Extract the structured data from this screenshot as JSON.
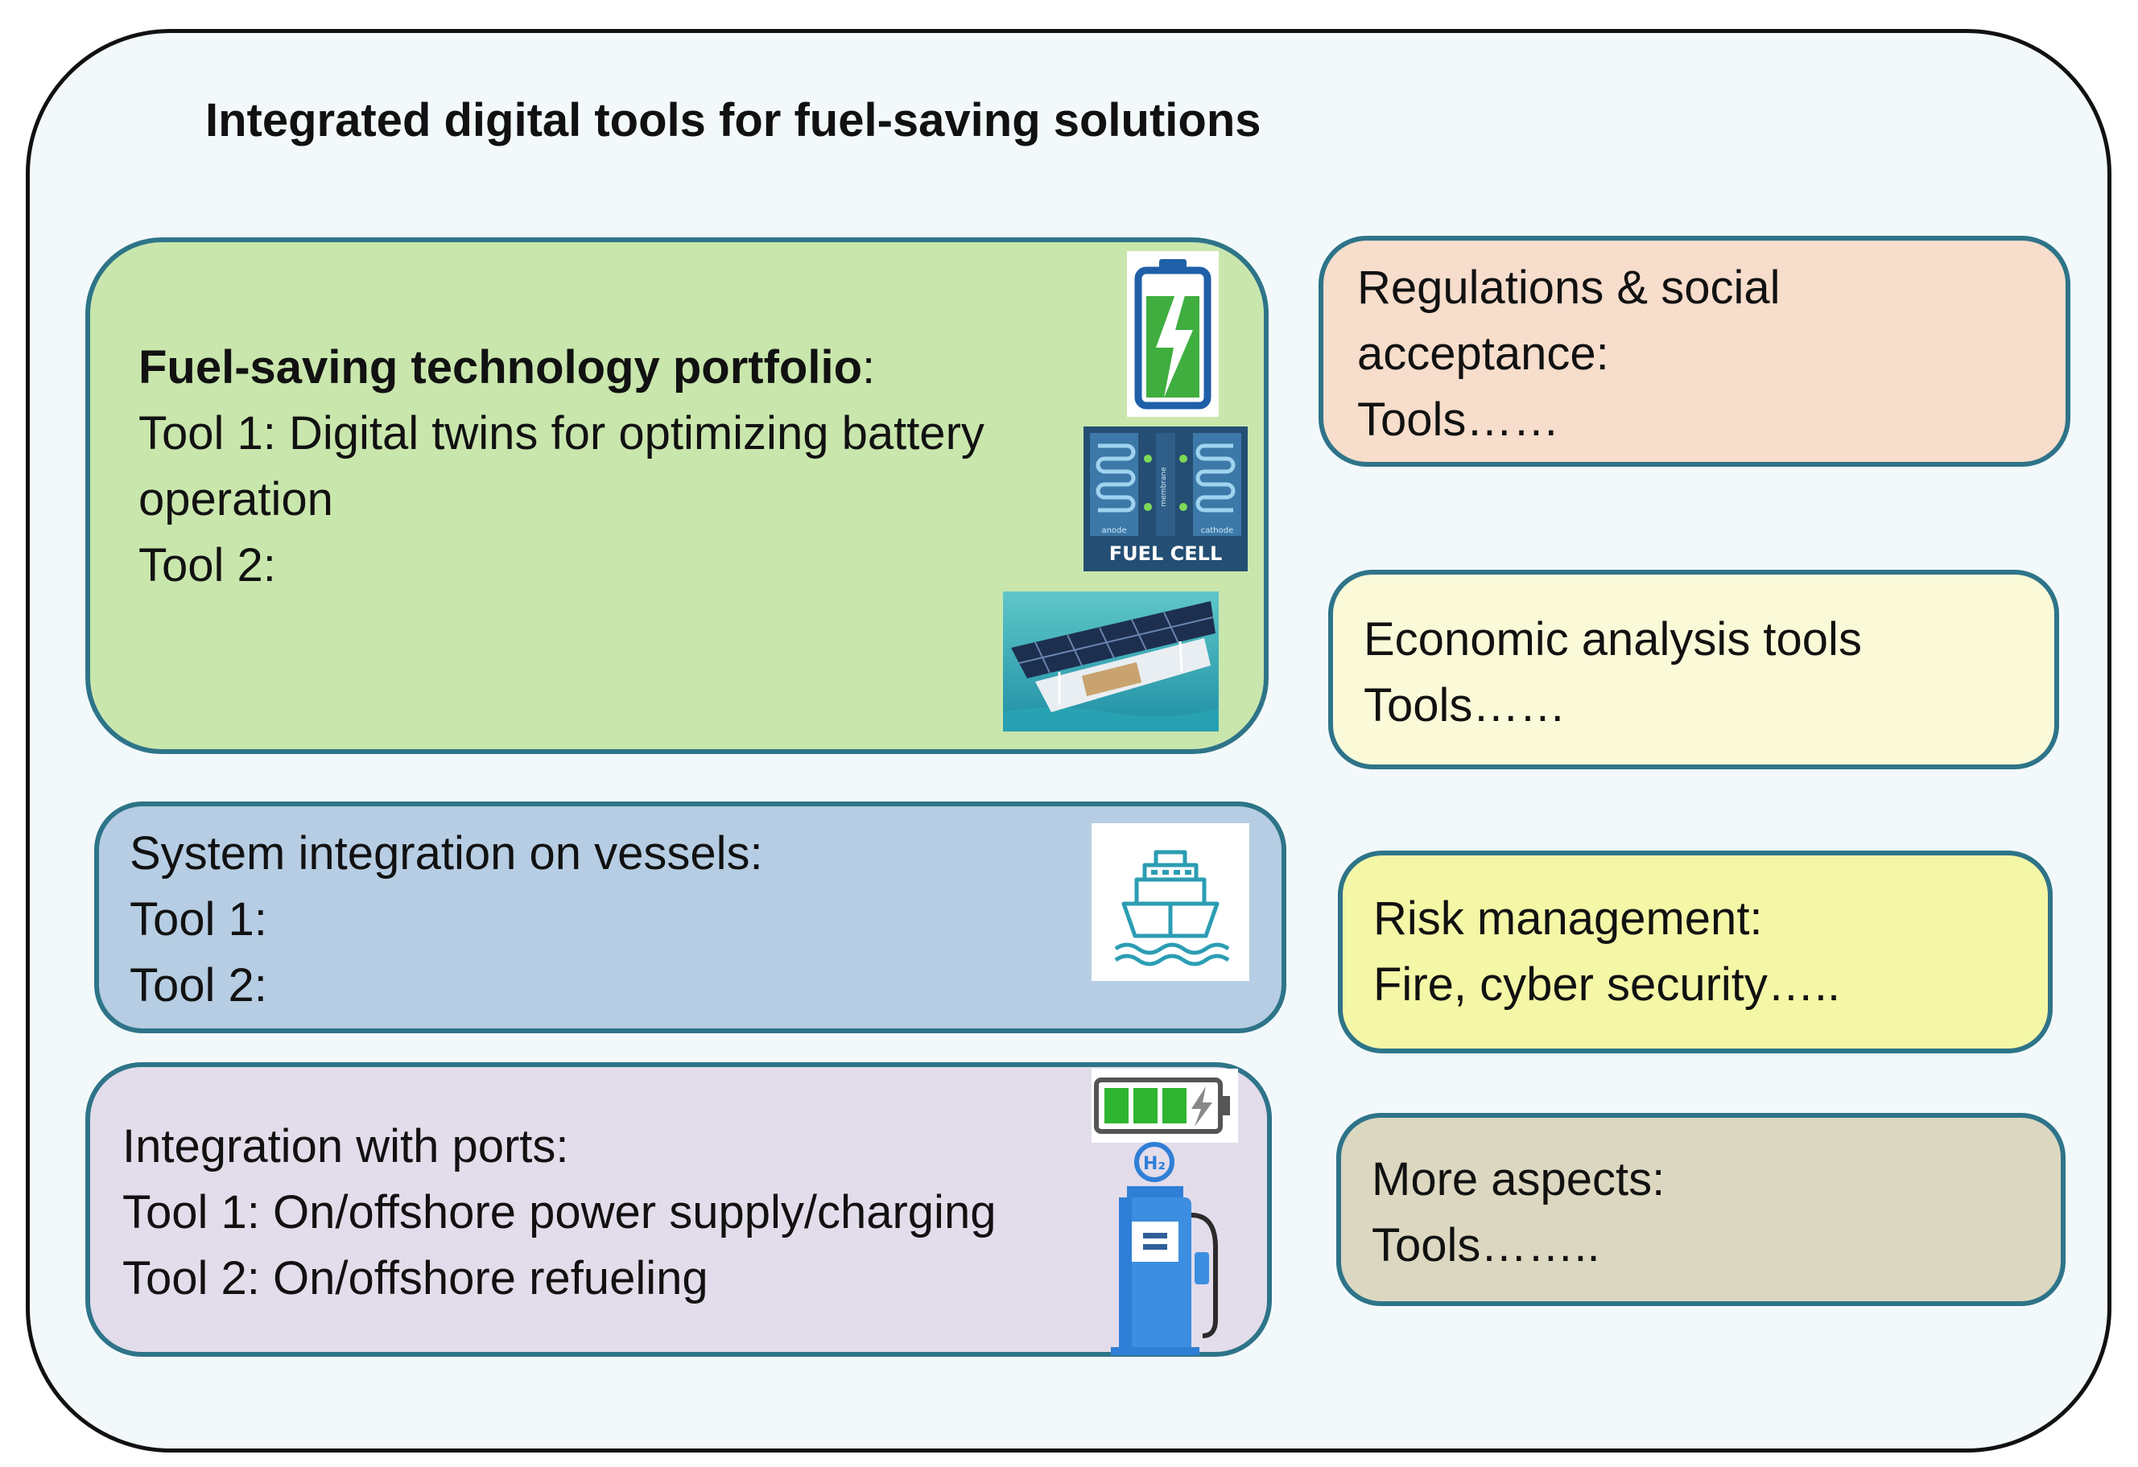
{
  "title": "Integrated digital tools for fuel-saving solutions",
  "portfolio": {
    "heading": "Fuel-saving technology portfolio",
    "heading_suffix": ":",
    "line1": "Tool 1: Digital twins for optimizing battery",
    "line2": "operation",
    "line3": "Tool 2:",
    "fuel_cell_label": "FUEL CELL",
    "fuel_cell_anode": "anode",
    "fuel_cell_cathode": "cathode",
    "fuel_cell_membrane": "membrane"
  },
  "vessels": {
    "line1": "System integration on vessels:",
    "line2": "Tool 1:",
    "line3": "Tool 2:"
  },
  "ports": {
    "line1": "Integration with ports:",
    "line2": "Tool 1: On/offshore power supply/charging",
    "line3": "Tool 2: On/offshore refueling",
    "h2_label": "H₂"
  },
  "regulations": {
    "line1": "Regulations & social",
    "line2": "acceptance:",
    "line3": "Tools……"
  },
  "economic": {
    "line1": "Economic analysis tools",
    "line2": "Tools……"
  },
  "risk": {
    "line1": "Risk management:",
    "line2": "Fire, cyber security….."
  },
  "more": {
    "line1": "More aspects:",
    "line2": "Tools…….."
  },
  "icons": {
    "battery": "battery-charging-icon",
    "fuel_cell": "fuel-cell-icon",
    "solar_boat": "solar-boat-icon",
    "ship": "ship-icon",
    "battery_bar": "battery-bar-icon",
    "hydrogen_pump": "hydrogen-pump-icon"
  },
  "colors": {
    "border": "#2e7489",
    "portfolio": "#c9e6ad",
    "vessels": "#b6cde3",
    "ports": "#e3dcea",
    "regulations": "#f7ddcb",
    "economic": "#fafad8",
    "risk": "#f4f7a6",
    "more": "#dcd7c0"
  }
}
